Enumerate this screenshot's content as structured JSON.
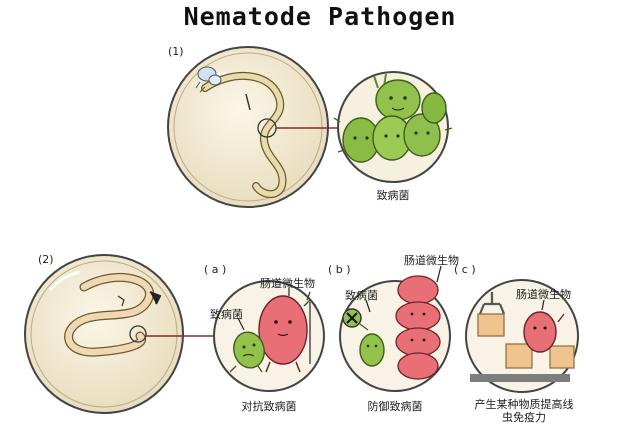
{
  "title": "Nematode  Pathogen",
  "panel1": {
    "marker": "(1)",
    "pathogen_caption": "致病菌"
  },
  "panel2": {
    "marker": "(2)",
    "sub_a": {
      "marker": "( a )",
      "microbe_label": "肠道微生物",
      "pathogen_label": "致病菌",
      "caption": "对抗致病菌"
    },
    "sub_b": {
      "marker": "( b )",
      "microbe_label": "肠道微生物",
      "pathogen_label": "致病菌",
      "caption": "防御致病菌"
    },
    "sub_c": {
      "marker": "( c )",
      "microbe_label": "肠道微生物",
      "caption_line1": "产生某种物质提高线",
      "caption_line2": "虫免疫力"
    }
  },
  "colors": {
    "plate_fill": "#f3ecd6",
    "worm": "#e9dcac",
    "pathogen_green": "#93c24c",
    "microbe_pink": "#e96f76",
    "box_tan": "#f0c48f",
    "machine_gray": "#7d7d7d"
  }
}
